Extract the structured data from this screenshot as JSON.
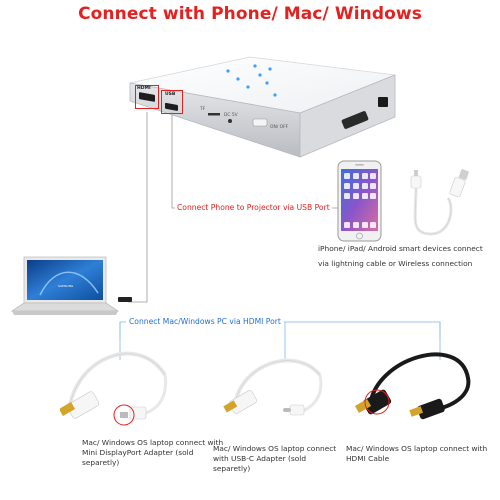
{
  "title": "Connect with Phone/ Mac/ Windows",
  "projector": {
    "hdmi_label": "HDMI",
    "usb_label": "USB",
    "tf_label": "TF",
    "dc_label": "DC 5V",
    "power_label": "ON/ OFF"
  },
  "phone_caption": "Connect Phone to Projector via USB Port",
  "phone_desc": {
    "line1": "iPhone/ iPad/ Android smart devices connect",
    "line2": "via lightning cable or Wireless connection"
  },
  "laptop_brand": "SAMSUNG",
  "pc_caption": "Connect Mac/Windows PC via HDMI Port",
  "adapters": [
    {
      "line1": "Mac/ Windows OS laptop connect with",
      "line2": "Mini DisplayPort Adapter (sold separetly)"
    },
    {
      "line1": "Mac/ Windows OS laptop connect",
      "line2": "with USB-C Adapter (sold separetly)"
    },
    {
      "line1": "Mac/ Windows OS laptop connect with",
      "line2": "HDMI Cable"
    }
  ],
  "colors": {
    "title_red": "#e3211f",
    "caption_blue": "#1f6fd0",
    "connector_line": "#9a9a9a"
  }
}
